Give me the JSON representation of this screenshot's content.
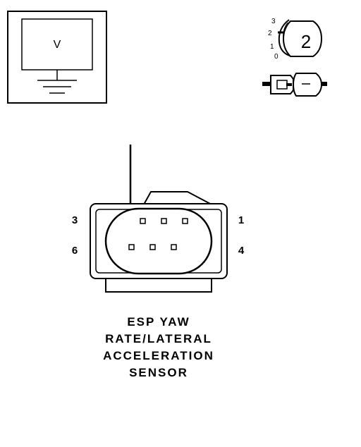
{
  "meter": {
    "label": "V"
  },
  "position_dial": {
    "marks": [
      "3",
      "2",
      "1",
      "0"
    ],
    "selected": "2"
  },
  "connector": {
    "pin_labels": {
      "top_left": "3",
      "top_right": "1",
      "bottom_left": "6",
      "bottom_right": "4"
    }
  },
  "component": {
    "title_lines": [
      "ESP YAW",
      "RATE/LATERAL",
      "ACCELERATION",
      "SENSOR"
    ]
  },
  "colors": {
    "ink": "#000000",
    "background": "#ffffff",
    "fill": "#e6e6e6"
  }
}
